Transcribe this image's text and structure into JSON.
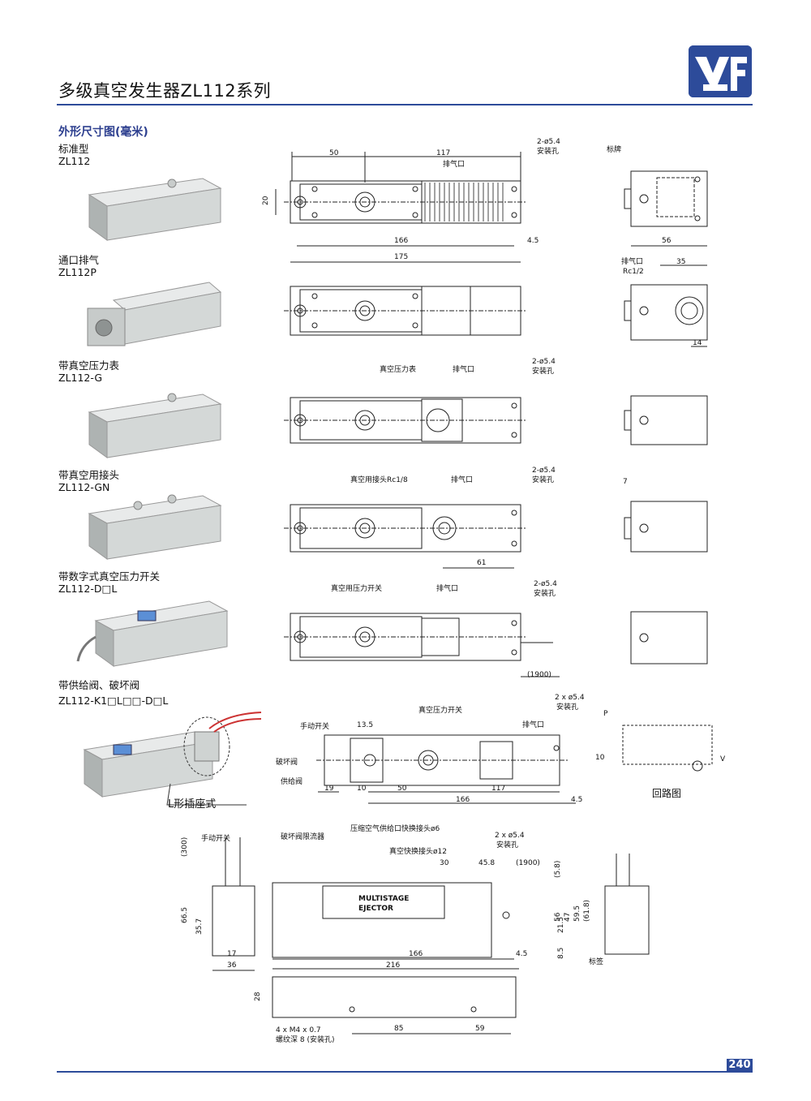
{
  "header": {
    "title": "多级真空发生器ZL112系列",
    "logo_text": "YF",
    "accent_color": "#2d4b9a"
  },
  "section_title": "外形尺寸图(毫米)",
  "variants": [
    {
      "name": "标准型",
      "model": "ZL112"
    },
    {
      "name": "通口排气",
      "model": "ZL112P"
    },
    {
      "name": "带真空压力表",
      "model": "ZL112-G"
    },
    {
      "name": "带真空用接头",
      "model": "ZL112-GN"
    },
    {
      "name": "带数字式真空压力开关",
      "model": "ZL112-D□L"
    },
    {
      "name": "带供给阀、破坏阀",
      "model": "ZL112-K1□L□□-D□L"
    }
  ],
  "photo_label": "L形插座式",
  "drawing1": {
    "d50": "50",
    "d117": "117",
    "hole": "2-ø5.4",
    "hole_note": "安装孔",
    "exhaust": "排气口",
    "d20": "20",
    "d166": "166",
    "d45": "4.5",
    "d175": "175",
    "nameplate": "标牌",
    "d56": "56"
  },
  "drawing2": {
    "exhaust": "排气口",
    "rc": "Rc1/2",
    "d35": "35",
    "d14": "14"
  },
  "drawing3": {
    "gauge": "真空压力表",
    "exhaust": "排气口",
    "hole": "2-ø5.4",
    "hole_note": "安装孔"
  },
  "drawing4": {
    "fitting": "真空用接头Rc1/8",
    "exhaust": "排气口",
    "hole": "2-ø5.4",
    "hole_note": "安装孔",
    "d61": "61",
    "d7": "7"
  },
  "drawing5": {
    "switch": "真空用压力开关",
    "exhaust": "排气口",
    "hole": "2-ø5.4",
    "hole_note": "安装孔",
    "d1900": "(1900)"
  },
  "drawing6": {
    "manual": "手动开关",
    "break_valve": "破坏阀",
    "supply_valve": "供给阀",
    "d135": "13.5",
    "switch": "真空压力开关",
    "hole": "2 x ø5.4",
    "hole_note": "安装孔",
    "exhaust": "排气口",
    "d19": "19",
    "d10a": "10",
    "d50": "50",
    "d117": "117",
    "d10b": "10",
    "d166": "166",
    "d45": "4.5",
    "circuit": "回路图",
    "p": "P",
    "v": "V"
  },
  "drawing7": {
    "manual": "手动开关",
    "d300": "(300)",
    "d665": "66.5",
    "d357": "35.7",
    "d17": "17",
    "d36": "36",
    "restrictor": "破坏阀限流器",
    "supply_fitting": "压缩空气供给口快换接头ø6",
    "vac_fitting": "真空快换接头ø12",
    "d30": "30",
    "d458": "45.8",
    "d1900": "(1900)",
    "hole": "2 x ø5.4",
    "hole_note": "安装孔",
    "brand1": "MULTISTAGE",
    "brand2": "EJECTOR",
    "d58": "(5.8)",
    "d215": "21.5",
    "d56": "56",
    "d47": "47",
    "d595": "59.5",
    "d618": "(61.8)",
    "d85b": "8.5",
    "d45": "4.5",
    "d166": "166",
    "d216": "216",
    "label": "标签",
    "d28": "28",
    "thread": "4 x M4 x 0.7",
    "thread_note": "螺纹深 8 (安装孔)",
    "d85": "85",
    "d59": "59"
  },
  "page_number": "240"
}
